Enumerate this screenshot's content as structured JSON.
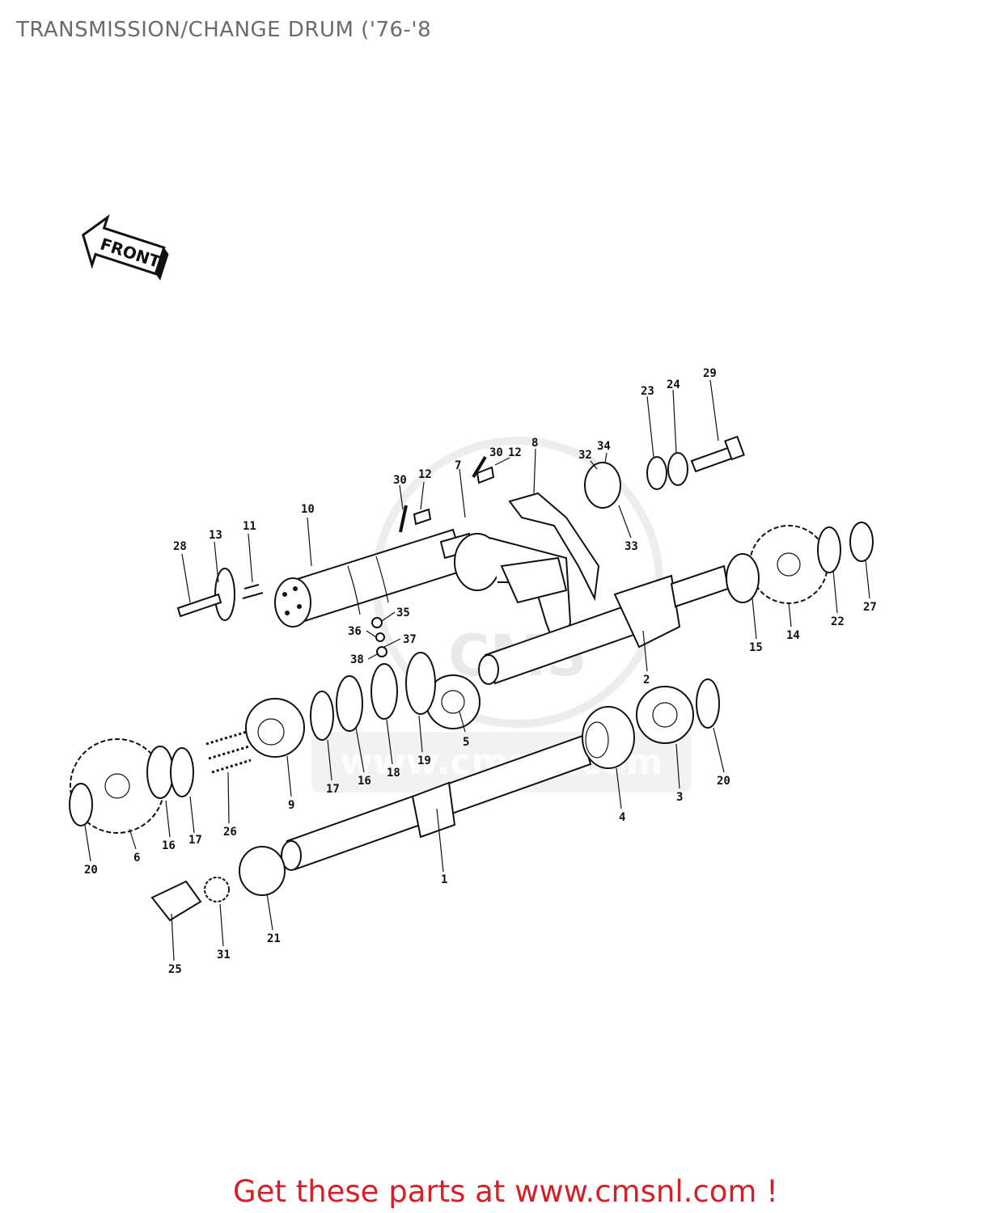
{
  "title": "TRANSMISSION/CHANGE DRUM ('76-'8",
  "footer": "Get these parts at www.cmsnl.com !",
  "front_label": "FRONT",
  "watermark": "www.cmsnl.com",
  "callouts": [
    {
      "id": "c1",
      "num": "1"
    },
    {
      "id": "c2",
      "num": "2"
    },
    {
      "id": "c3",
      "num": "3"
    },
    {
      "id": "c4",
      "num": "4"
    },
    {
      "id": "c5",
      "num": "5"
    },
    {
      "id": "c6",
      "num": "6"
    },
    {
      "id": "c7",
      "num": "7"
    },
    {
      "id": "c8",
      "num": "8"
    },
    {
      "id": "c9",
      "num": "9"
    },
    {
      "id": "c10",
      "num": "10"
    },
    {
      "id": "c11",
      "num": "11"
    },
    {
      "id": "c12a",
      "num": "12"
    },
    {
      "id": "c12b",
      "num": "12"
    },
    {
      "id": "c13",
      "num": "13"
    },
    {
      "id": "c14",
      "num": "14"
    },
    {
      "id": "c15",
      "num": "15"
    },
    {
      "id": "c16a",
      "num": "16"
    },
    {
      "id": "c16b",
      "num": "16"
    },
    {
      "id": "c17a",
      "num": "17"
    },
    {
      "id": "c17b",
      "num": "17"
    },
    {
      "id": "c18",
      "num": "18"
    },
    {
      "id": "c19",
      "num": "19"
    },
    {
      "id": "c20a",
      "num": "20"
    },
    {
      "id": "c20b",
      "num": "20"
    },
    {
      "id": "c21",
      "num": "21"
    },
    {
      "id": "c22",
      "num": "22"
    },
    {
      "id": "c23",
      "num": "23"
    },
    {
      "id": "c24",
      "num": "24"
    },
    {
      "id": "c25",
      "num": "25"
    },
    {
      "id": "c26",
      "num": "26"
    },
    {
      "id": "c27",
      "num": "27"
    },
    {
      "id": "c28",
      "num": "28"
    },
    {
      "id": "c29",
      "num": "29"
    },
    {
      "id": "c30a",
      "num": "30"
    },
    {
      "id": "c30b",
      "num": "30"
    },
    {
      "id": "c31",
      "num": "31"
    },
    {
      "id": "c32",
      "num": "32"
    },
    {
      "id": "c33",
      "num": "33"
    },
    {
      "id": "c34",
      "num": "34"
    },
    {
      "id": "c35",
      "num": "35"
    },
    {
      "id": "c36",
      "num": "36"
    },
    {
      "id": "c37",
      "num": "37"
    },
    {
      "id": "c38",
      "num": "38"
    }
  ]
}
